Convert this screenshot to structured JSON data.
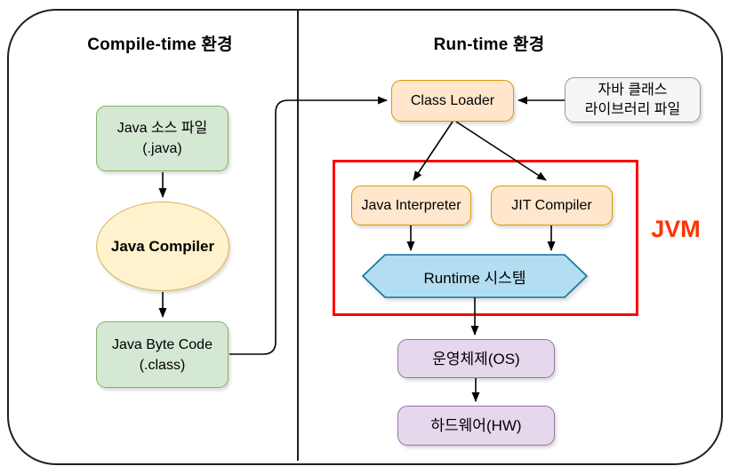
{
  "panels": {
    "compile_time": {
      "title": "Compile-time 환경"
    },
    "run_time": {
      "title": "Run-time 환경"
    }
  },
  "nodes": {
    "java_source": {
      "line1": "Java 소스 파일",
      "line2": "(.java)"
    },
    "java_compiler": {
      "label": "Java Compiler"
    },
    "java_byte_code": {
      "line1": "Java Byte Code",
      "line2": "(.class)"
    },
    "class_loader": {
      "label": "Class Loader"
    },
    "java_class_library": {
      "line1": "자바 클래스",
      "line2": "라이브러리 파일"
    },
    "java_interpreter": {
      "label": "Java Interpreter"
    },
    "jit_compiler": {
      "label": "JIT Compiler"
    },
    "runtime_system": {
      "label": "Runtime 시스템"
    },
    "os": {
      "label": "운영체제(OS)"
    },
    "hardware": {
      "label": "하드웨어(HW)"
    }
  },
  "jvm_group": {
    "label": "JVM"
  },
  "colors": {
    "green_fill": "#d5e8d4",
    "green_border": "#82b366",
    "yellow_fill": "#fff2cc",
    "yellow_border": "#d6b656",
    "orange_fill": "#ffe6cc",
    "orange_border": "#d79b00",
    "gray_fill": "#f5f5f5",
    "gray_border": "#999999",
    "blue_fill": "#b3ddf1",
    "blue_border": "#10739e",
    "purple_fill": "#e5d7ec",
    "purple_border": "#9673a6",
    "jvm_box_border": "#ff0000",
    "jvm_label_text": "#ff3300",
    "edge": "#000000",
    "frame": "#1f1f1f"
  }
}
